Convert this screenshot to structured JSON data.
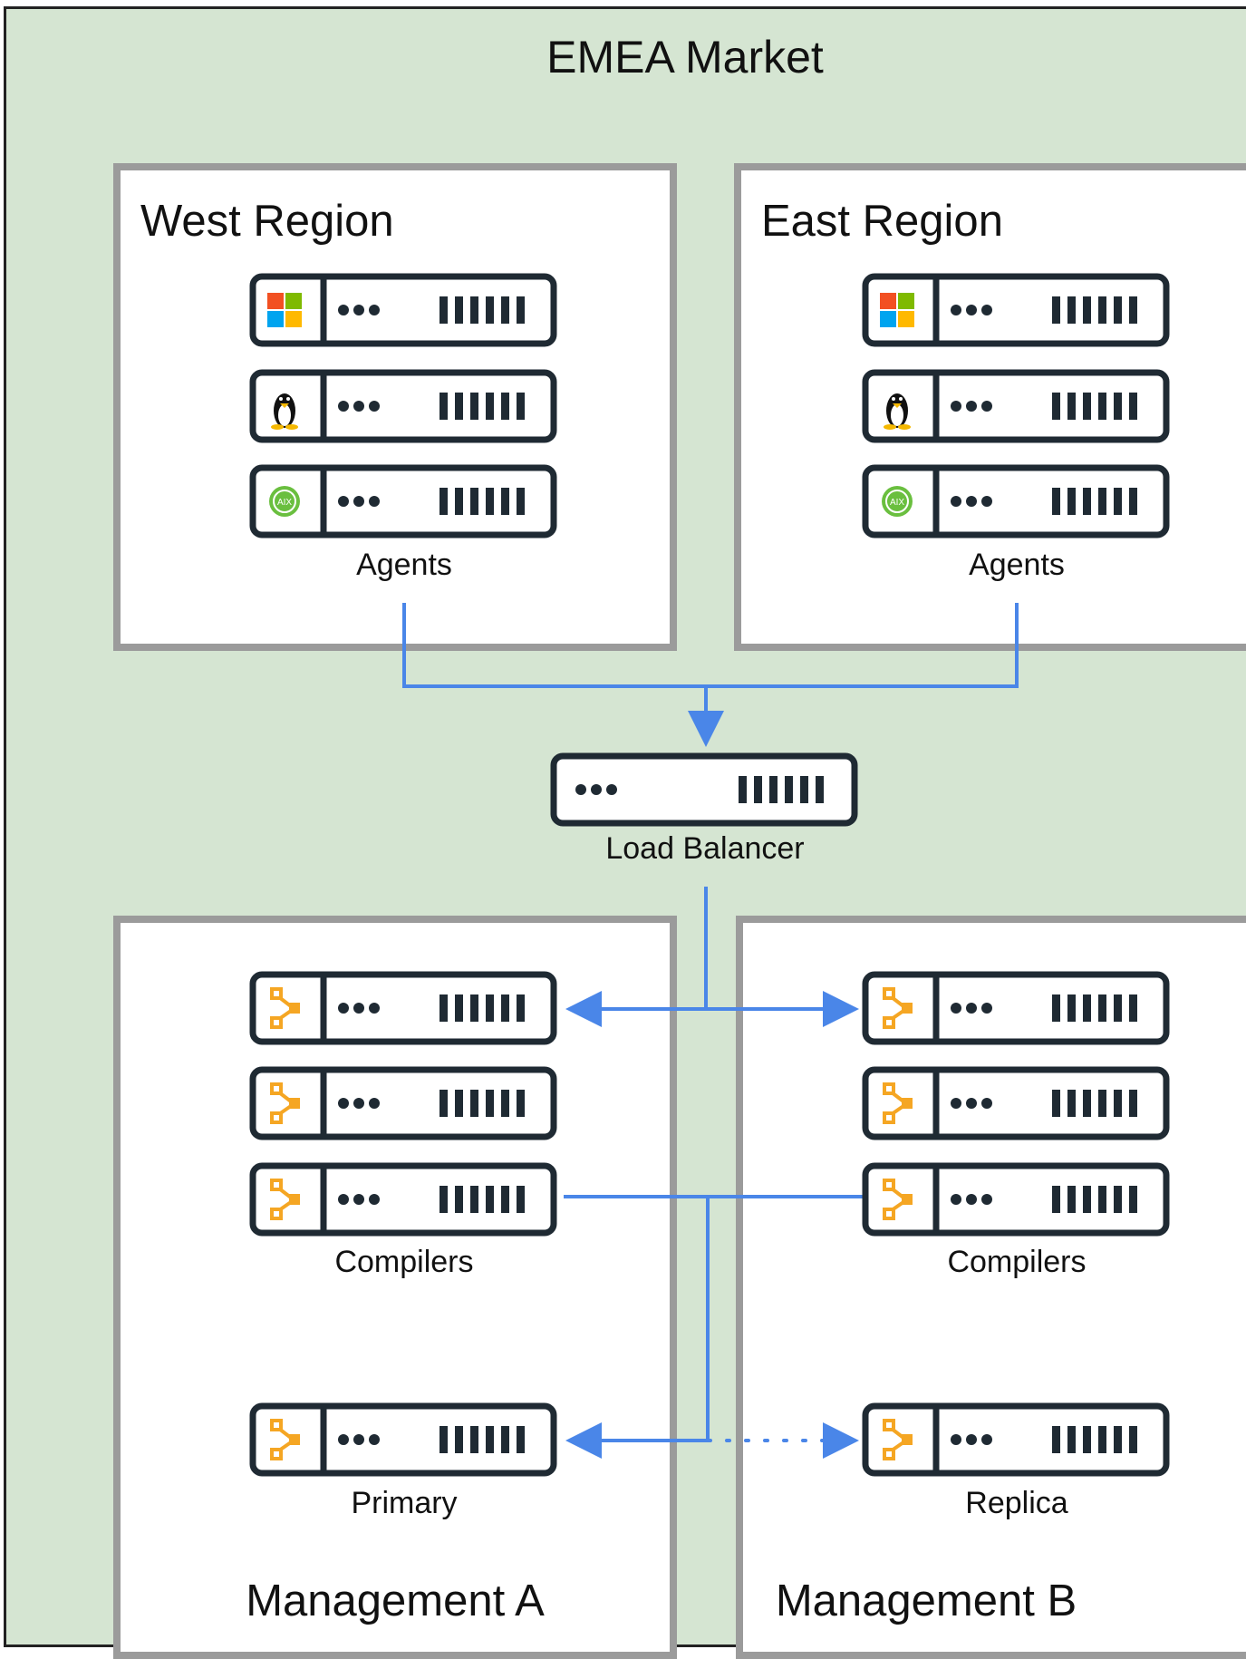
{
  "market": {
    "title": "EMEA Market"
  },
  "regions": {
    "west": {
      "title": "West Region",
      "group_label": "Agents"
    },
    "east": {
      "title": "East Region",
      "group_label": "Agents"
    }
  },
  "load_balancer": {
    "label": "Load Balancer"
  },
  "management": {
    "a": {
      "title": "Management A",
      "compilers_label": "Compilers",
      "primary_label": "Primary"
    },
    "b": {
      "title": "Management B",
      "compilers_label": "Compilers",
      "replica_label": "Replica"
    }
  },
  "icons": {
    "agent_os": [
      "windows-icon",
      "linux-tux-icon",
      "aix-icon"
    ],
    "compiler": "puppet-icon"
  },
  "colors": {
    "market_bg": "#d5e5d2",
    "region_border": "#9b9b9b",
    "connector": "#4a86e8",
    "server_outline": "#1f2a33",
    "puppet_orange": "#f5a623"
  }
}
